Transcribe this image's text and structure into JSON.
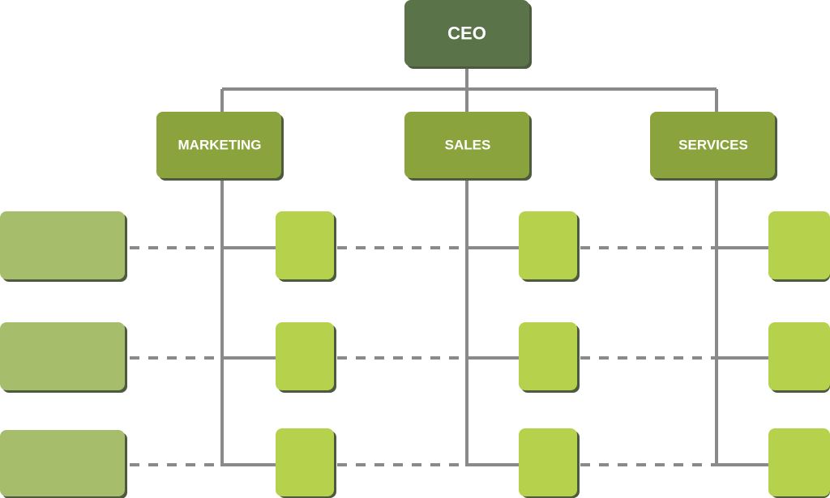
{
  "chart": {
    "ceo_label": "CEO",
    "departments": [
      {
        "label": "MARKETING"
      },
      {
        "label": "SALES"
      },
      {
        "label": "SERVICES"
      }
    ],
    "colors": {
      "ceo": "#5a7349",
      "department": "#8aa33d",
      "team_box": "#b6d24c",
      "row_box": "#a6be6c",
      "connector": "#8a8a8a",
      "shadow": "#4e5a40"
    }
  }
}
